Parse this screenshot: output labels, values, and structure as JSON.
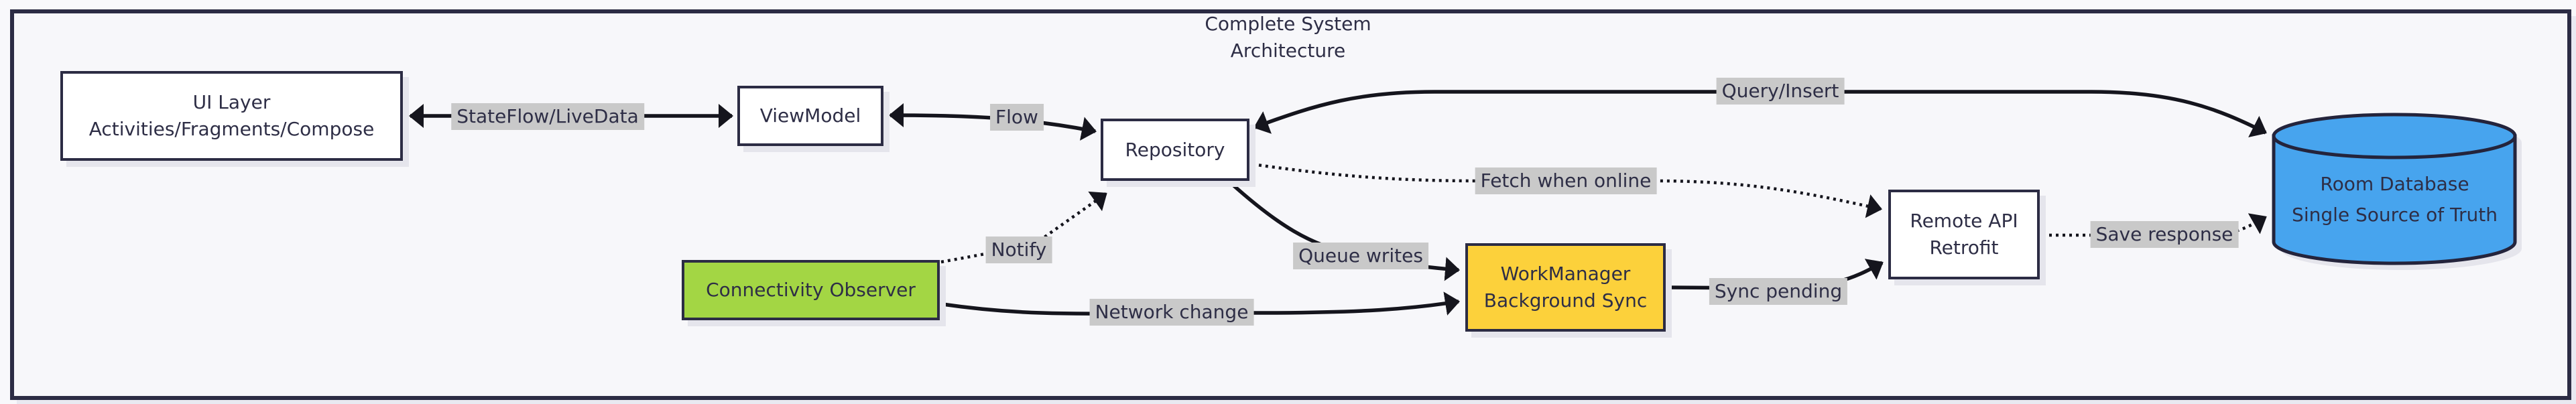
{
  "title": {
    "line1": "Complete System",
    "line2": "Architecture"
  },
  "nodes": {
    "ui_layer": {
      "line1": "UI Layer",
      "line2": "Activities/Fragments/Compose",
      "fill": "#ffffff"
    },
    "viewmodel": {
      "label": "ViewModel",
      "fill": "#ffffff"
    },
    "repository": {
      "label": "Repository",
      "fill": "#ffffff"
    },
    "connectivity_observer": {
      "label": "Connectivity Observer",
      "fill": "#a3d644"
    },
    "workmanager": {
      "line1": "WorkManager",
      "line2": "Background Sync",
      "fill": "#fcd13b"
    },
    "remote_api": {
      "line1": "Remote API",
      "line2": "Retrofit",
      "fill": "#ffffff"
    },
    "room_database": {
      "shape": "cylinder",
      "line1": "Room Database",
      "line2": "Single Source of Truth",
      "fill": "#47a4ee"
    }
  },
  "edges": {
    "stateflow": {
      "label": "StateFlow/LiveData",
      "from": "ui_layer",
      "to": "viewmodel",
      "style": "solid",
      "direction": "both"
    },
    "flow": {
      "label": "Flow",
      "from": "viewmodel",
      "to": "repository",
      "style": "solid",
      "direction": "both"
    },
    "query_insert": {
      "label": "Query/Insert",
      "from": "repository",
      "to": "room_database",
      "style": "solid",
      "direction": "both"
    },
    "queue_writes": {
      "label": "Queue writes",
      "from": "repository",
      "to": "workmanager",
      "style": "solid",
      "direction": "one-way"
    },
    "network_change": {
      "label": "Network change",
      "from": "connectivity_observer",
      "to": "workmanager",
      "style": "solid",
      "direction": "one-way"
    },
    "sync_pending": {
      "label": "Sync pending",
      "from": "workmanager",
      "to": "remote_api",
      "style": "solid",
      "direction": "one-way"
    },
    "notify": {
      "label": "Notify",
      "from": "connectivity_observer",
      "to": "repository",
      "style": "dotted",
      "direction": "one-way"
    },
    "fetch_when_online": {
      "label": "Fetch when online",
      "from": "repository",
      "to": "remote_api",
      "style": "dotted",
      "direction": "one-way"
    },
    "save_response": {
      "label": "Save response",
      "from": "remote_api",
      "to": "room_database",
      "style": "dotted",
      "direction": "one-way"
    }
  },
  "colors": {
    "frame_border": "#2c2c44",
    "canvas_bg": "#f8f8fb",
    "node_border": "#2c2c44",
    "edge_stroke": "#15151d",
    "edge_label_bg": "#c9c9c9",
    "text": "#2e2e46",
    "node_shadow": "#e5e5ec",
    "green_node": "#a3d644",
    "yellow_node": "#fcd13b",
    "blue_cylinder": "#47a4ee"
  }
}
